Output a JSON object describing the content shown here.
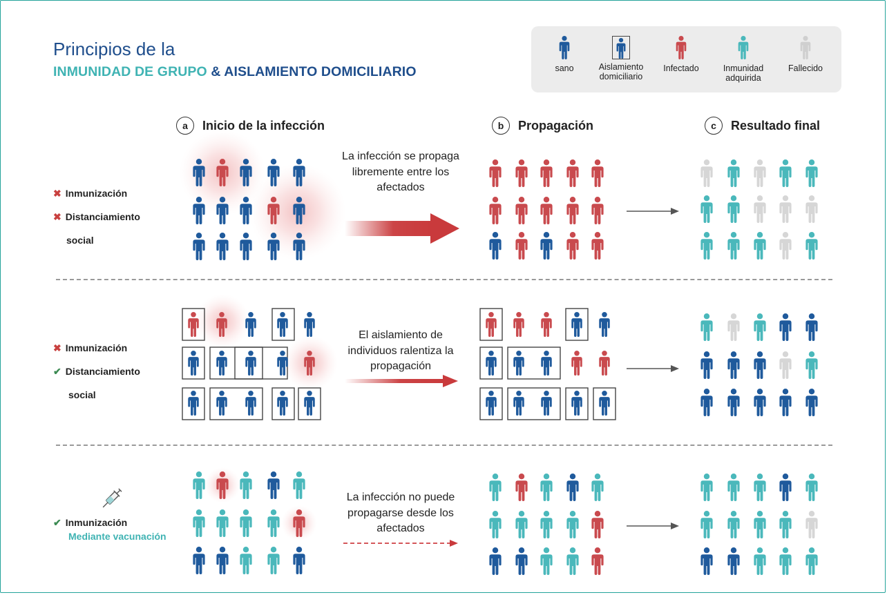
{
  "title": {
    "line1": "Principios de la",
    "line2a": "INMUNIDAD DE GRUPO",
    "line2b": " & AISLAMIENTO DOMICILIARIO"
  },
  "legend": {
    "healthy": "sano",
    "isolation": "Aislamiento domiciliario",
    "infected": "Infectado",
    "immunity": "Inmunidad adquirida",
    "deceased": "Fallecido"
  },
  "columns": {
    "a": {
      "letter": "a",
      "label": "Inicio de la infección"
    },
    "b": {
      "letter": "b",
      "label": "Propagación"
    },
    "c": {
      "letter": "c",
      "label": "Resultado final"
    }
  },
  "rows": [
    {
      "condition1": "Inmunización",
      "condition2": "Distanciamiento",
      "condition3": "social",
      "message": "La infección se propaga libremente entre los afectados"
    },
    {
      "condition1": "Inmunización",
      "condition2": "Distanciamiento",
      "condition3": "social",
      "message": "El aislamiento de individuos ralentiza la propagación"
    },
    {
      "condition1": "Inmunización",
      "condition2": "Mediante vacunación",
      "message": "La infección no puede propagarse desde los afectados"
    }
  ],
  "colors": {
    "healthy": "#1f5a9c",
    "infected": "#c94a4e",
    "immune": "#4ab8bb",
    "deceased": "#d6d6d6",
    "accent": "#3fb3b3",
    "title": "#1f4e8c"
  }
}
